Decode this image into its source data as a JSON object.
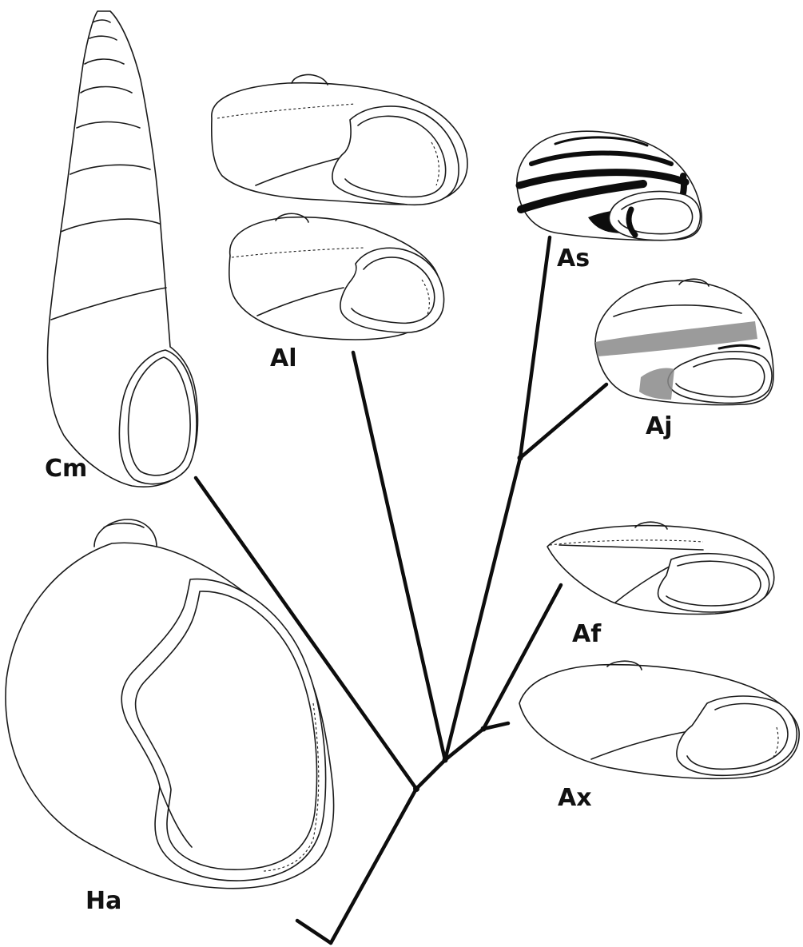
{
  "labels": {
    "cm": "Cm",
    "al": "Al",
    "as": "As",
    "aj": "Aj",
    "af": "Af",
    "ax": "Ax",
    "ha": "Ha"
  }
}
